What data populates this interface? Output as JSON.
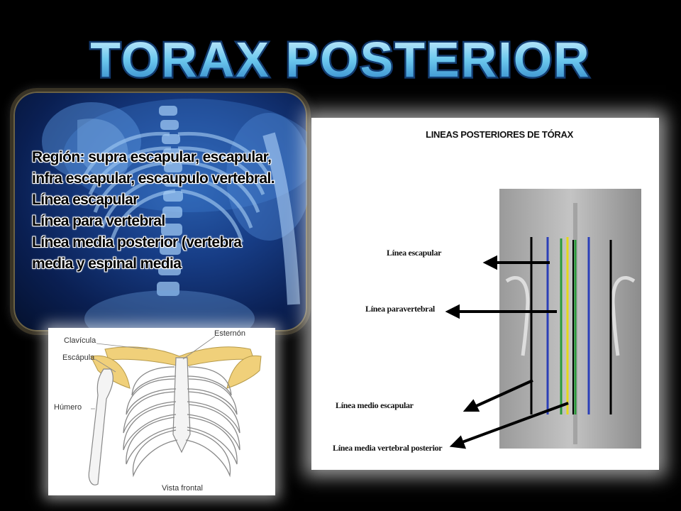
{
  "title": "TORAX POSTERIOR",
  "colors": {
    "title_fill": "#7fd4f4",
    "title_stroke": "#1d4f8f",
    "line_blue": "#2b3fb8",
    "line_green": "#2a9a3a",
    "line_yellow": "#e6d91a",
    "line_black": "#000000"
  },
  "xray_panel": {
    "lines": [
      "Región: supra escapular, escapular,",
      "infra escapular, escaupulo vertebral.",
      "Línea escapular",
      "Línea para vertebral",
      "Línea media posterior (vertebra",
      "media y espinal media"
    ]
  },
  "skeleton": {
    "labels": {
      "clavicula": "Clavícula",
      "esternon": "Esternón",
      "escapula": "Escápula",
      "humero": "Húmero",
      "caption": "Vista frontal"
    }
  },
  "lines_figure": {
    "title": "LINEAS POSTERIORES DE TÓRAX",
    "labels": {
      "escapular": "Línea escapular",
      "paravertebral": "Línea paravertebral",
      "medio_escapular": "Línea medio escapular",
      "media_vertebral": "Línea media vertebral  posterior"
    }
  }
}
